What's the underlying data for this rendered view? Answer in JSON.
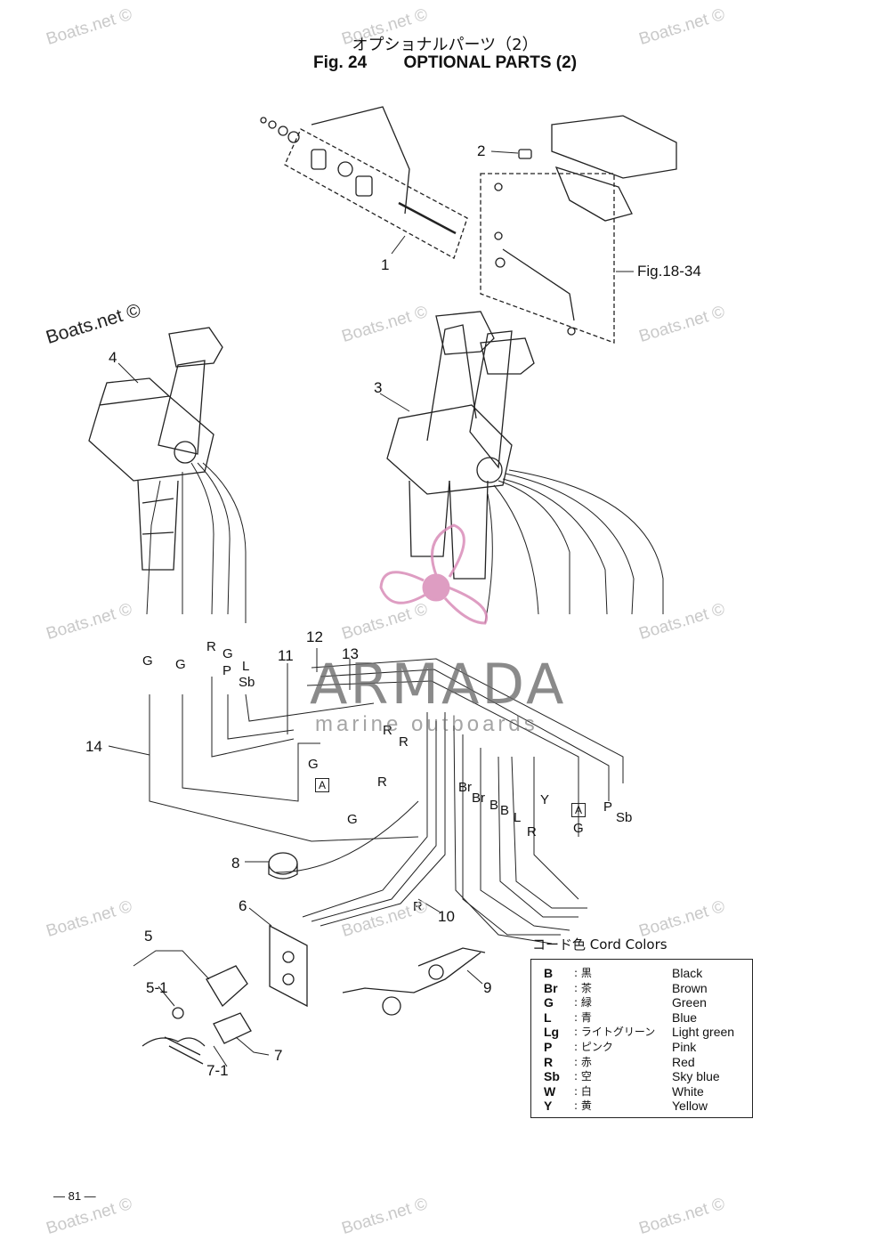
{
  "header": {
    "title_jp": "オプショナルパーツ（2）",
    "fig_no": "Fig. 24",
    "title_en": "OPTIONAL PARTS (2)"
  },
  "callouts": {
    "c1": "1",
    "c2": "2",
    "c3": "3",
    "c4": "4",
    "c5": "5",
    "c5_1": "5-1",
    "c6": "6",
    "c7": "7",
    "c7_1": "7-1",
    "c8": "8",
    "c9": "9",
    "c10": "10",
    "c11": "11",
    "c12": "12",
    "c13": "13",
    "c14": "14",
    "ref": "Fig.18-34"
  },
  "wire_labels": {
    "g1": "G",
    "g2": "G",
    "r1": "R",
    "g3": "G",
    "p1": "P",
    "l1": "L",
    "sb1": "Sb",
    "r2": "R",
    "r3": "R",
    "g4": "G",
    "box_a1": "A",
    "r4": "R",
    "g5": "G",
    "br1": "Br",
    "br2": "Br",
    "b1": "B",
    "b2": "B",
    "l2": "L",
    "y1": "Y",
    "r5": "R",
    "box_a2": "A",
    "g6": "G",
    "p2": "P",
    "sb2": "Sb",
    "r6": "R"
  },
  "legend": {
    "heading": "コード色  Cord Colors",
    "rows": [
      {
        "code": "B",
        "jp": "黒",
        "en": "Black"
      },
      {
        "code": "Br",
        "jp": "茶",
        "en": "Brown"
      },
      {
        "code": "G",
        "jp": "緑",
        "en": "Green"
      },
      {
        "code": "L",
        "jp": "青",
        "en": "Blue"
      },
      {
        "code": "Lg",
        "jp": "ライトグリーン",
        "en": "Light green"
      },
      {
        "code": "P",
        "jp": "ピンク",
        "en": "Pink"
      },
      {
        "code": "R",
        "jp": "赤",
        "en": "Red"
      },
      {
        "code": "Sb",
        "jp": "空",
        "en": "Sky blue"
      },
      {
        "code": "W",
        "jp": "白",
        "en": "White"
      },
      {
        "code": "Y",
        "jp": "黄",
        "en": "Yellow"
      }
    ],
    "separator": ":"
  },
  "watermark": {
    "text": "Boats.net ©",
    "brand": "ARMADA",
    "brand_sub": "marine outboards",
    "brand_color": "#d98cb8"
  },
  "footer": {
    "page": "— 81 —"
  }
}
